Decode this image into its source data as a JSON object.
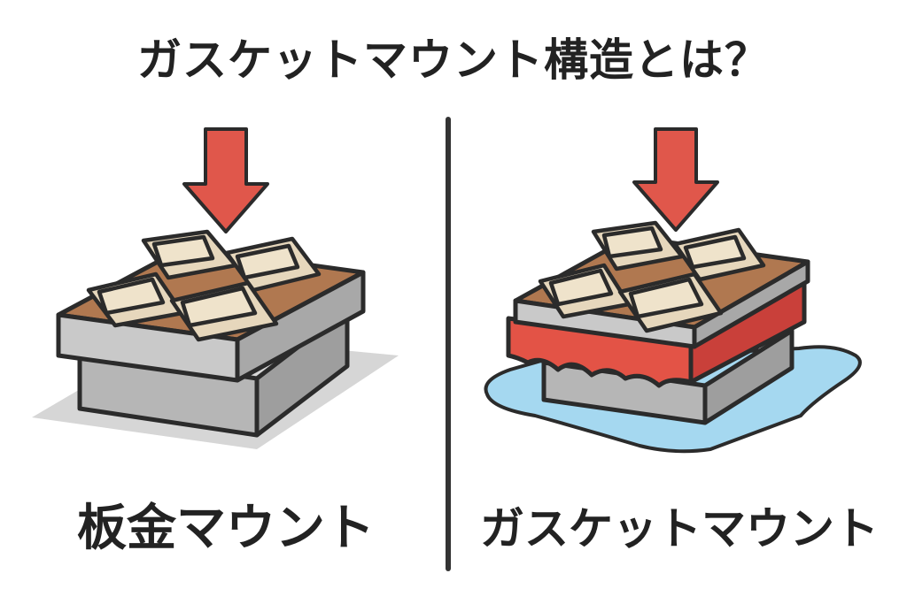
{
  "title": "ガスケットマウント構造とは？",
  "left_label": "板金マウント",
  "right_label": "ガスケットマウント",
  "colors": {
    "arrow": "#e0574b",
    "plate": "#b07850",
    "key": "#e6d7bc",
    "case": "#b6b6b6",
    "gasket": "#e35346",
    "shadow": "#d6d6d6",
    "cushion": "#a5d8f0",
    "outline": "#2b2b2b"
  }
}
